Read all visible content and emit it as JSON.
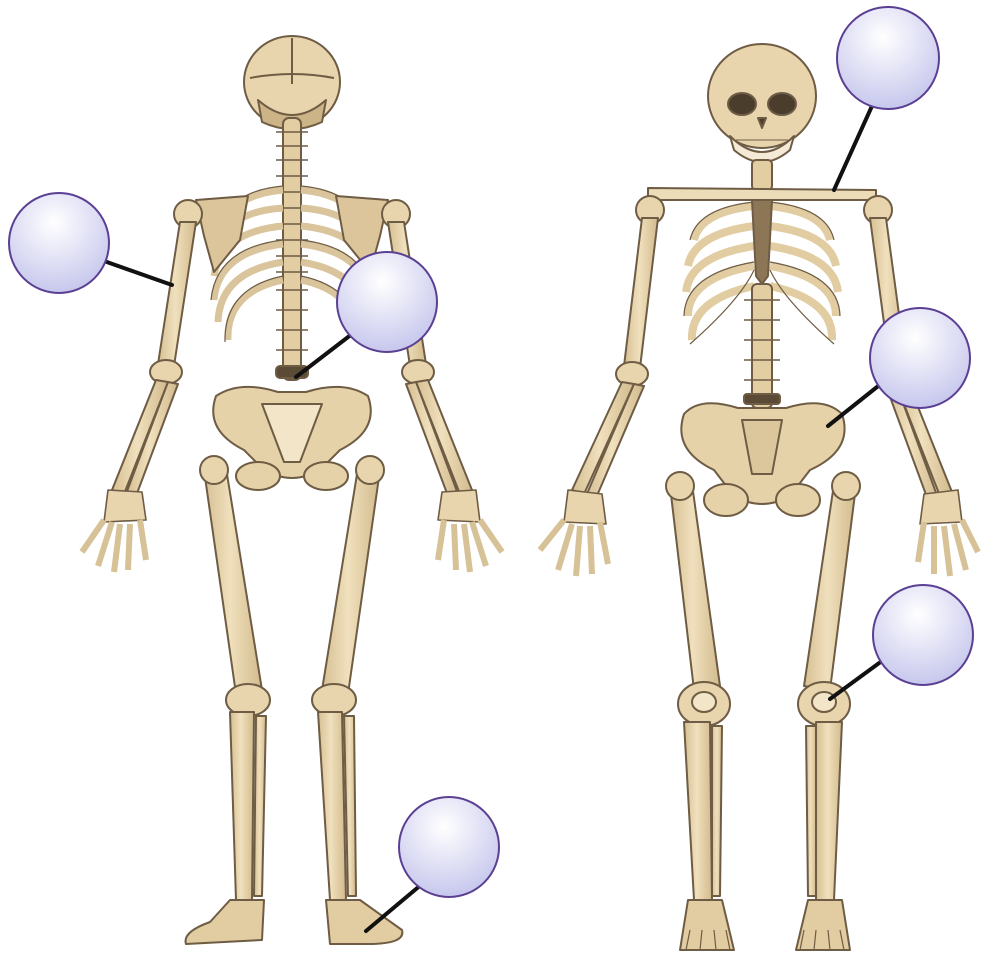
{
  "diagram": {
    "figures": [
      {
        "id": "skeleton-back-view",
        "view": "posterior"
      },
      {
        "id": "skeleton-front-view",
        "view": "anterior"
      }
    ],
    "label_bubbles": [
      {
        "id": "label-bubble-1",
        "text": "",
        "figure": "posterior",
        "points_to": "humerus"
      },
      {
        "id": "label-bubble-2",
        "text": "",
        "figure": "posterior",
        "points_to": "lumbar-vertebrae"
      },
      {
        "id": "label-bubble-3",
        "text": "",
        "figure": "posterior",
        "points_to": "ankle"
      },
      {
        "id": "label-bubble-4",
        "text": "",
        "figure": "anterior",
        "points_to": "clavicle"
      },
      {
        "id": "label-bubble-5",
        "text": "",
        "figure": "anterior",
        "points_to": "pelvis"
      },
      {
        "id": "label-bubble-6",
        "text": "",
        "figure": "anterior",
        "points_to": "knee"
      }
    ],
    "colors": {
      "bone": "#e8d5ad",
      "bone_shade": "#cdb486",
      "bone_outline": "#6e5c44",
      "bubble_fill_top": "#ffffff",
      "bubble_fill_bottom": "#c9c9ef",
      "bubble_outline": "#5b3f93",
      "leader_line": "#111111"
    }
  }
}
